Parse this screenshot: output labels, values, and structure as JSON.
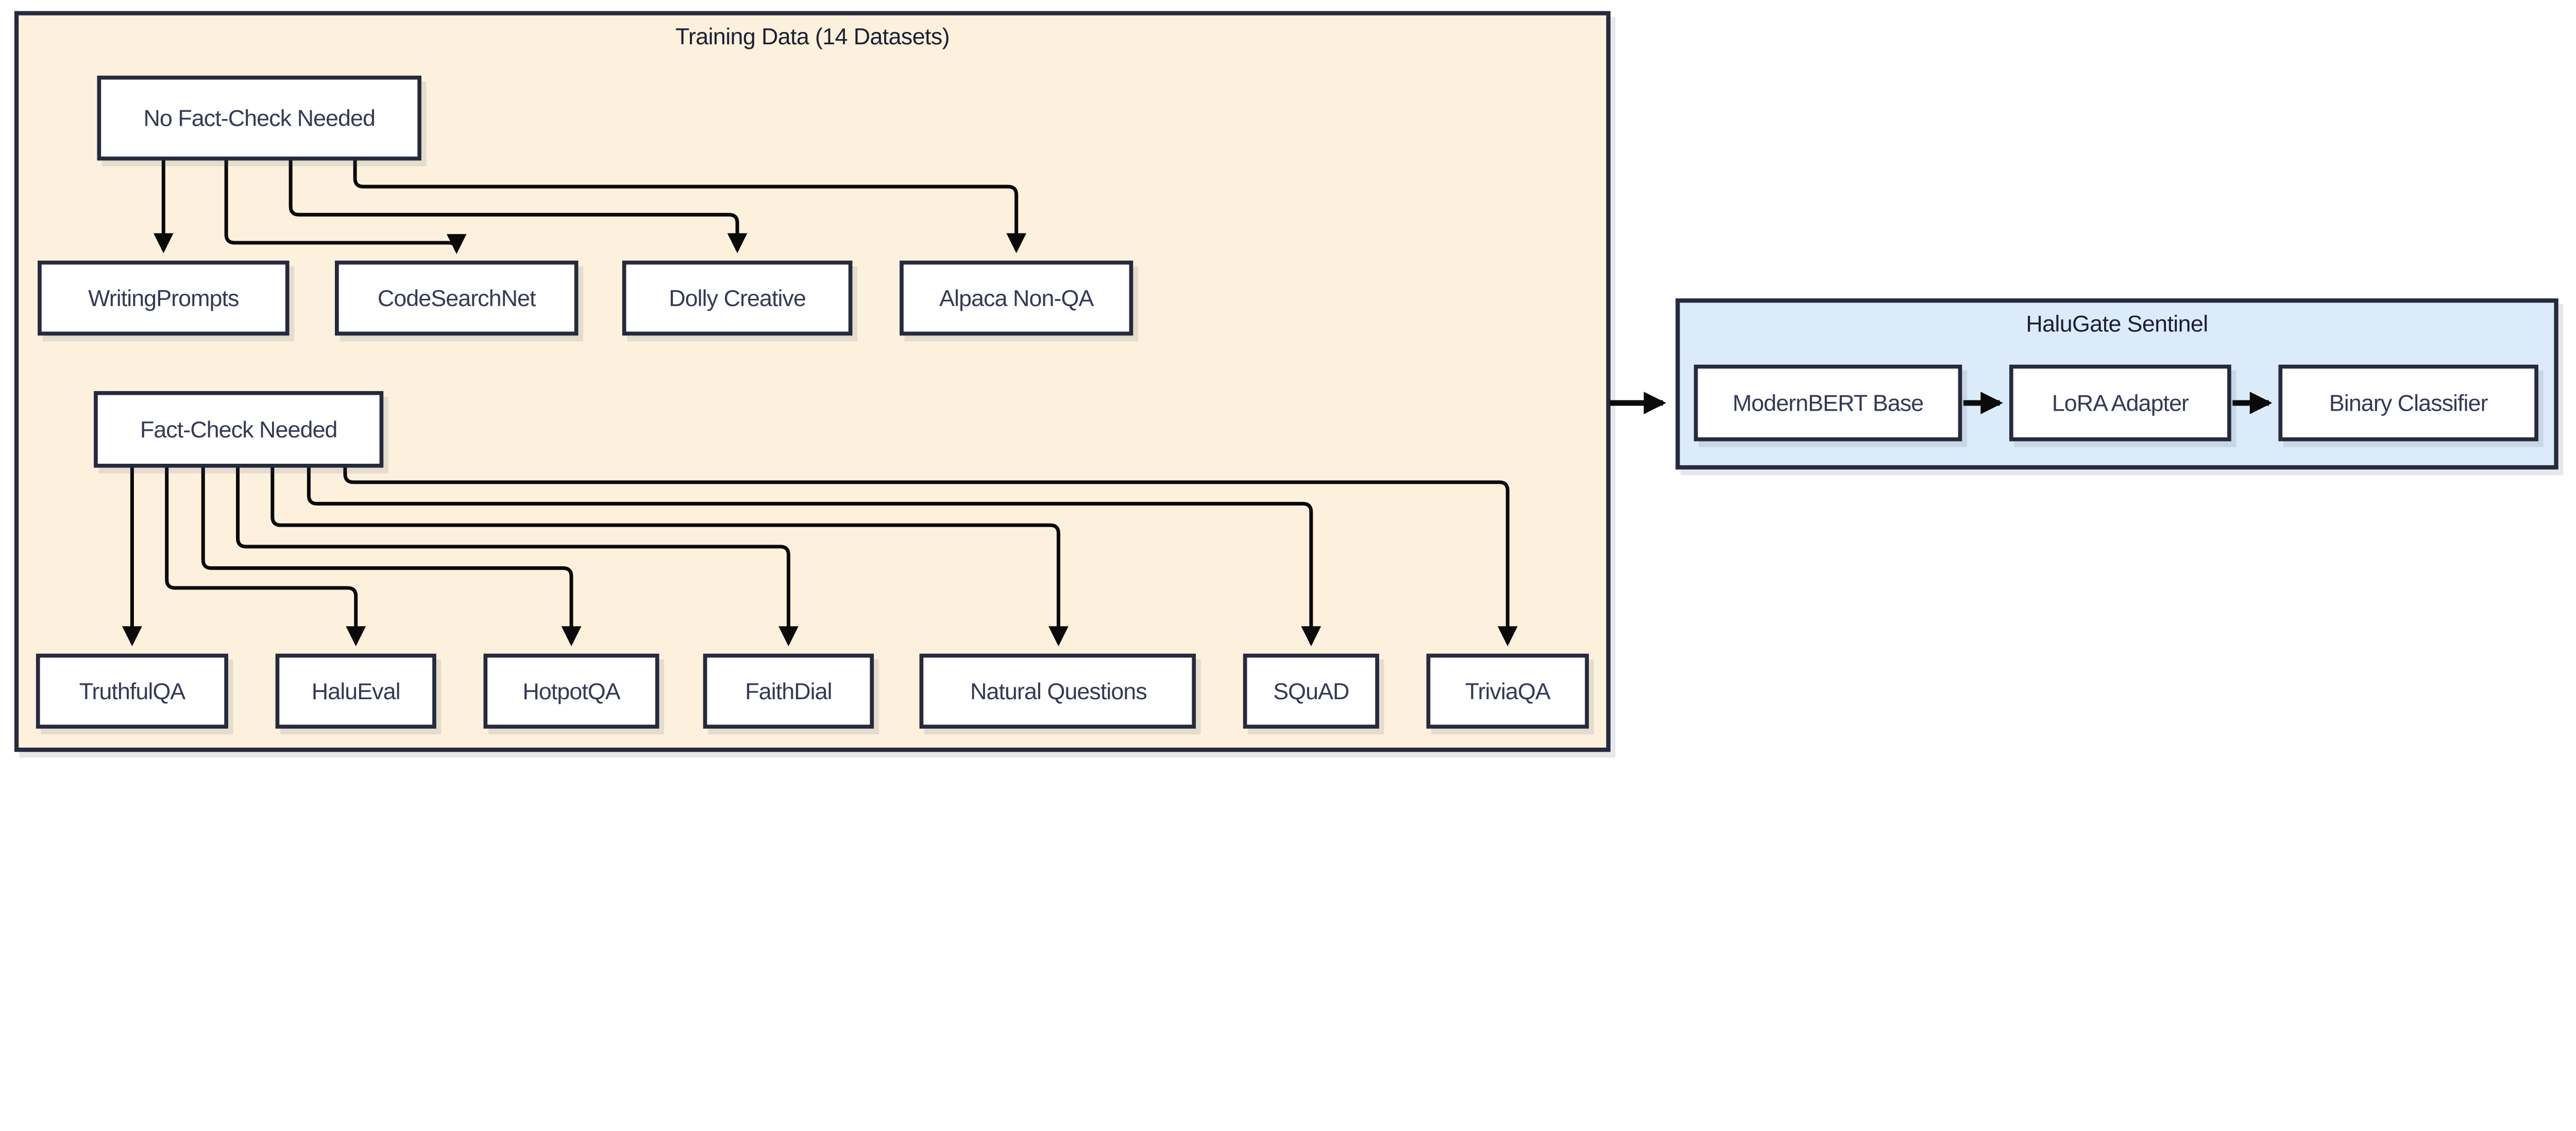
{
  "diagram": {
    "training_cluster": {
      "title": "Training Data (14 Datasets)",
      "source_no_fact_check": {
        "label": "No Fact-Check Needed"
      },
      "no_fact_check_datasets": [
        {
          "label": "WritingPrompts"
        },
        {
          "label": "CodeSearchNet"
        },
        {
          "label": "Dolly Creative"
        },
        {
          "label": "Alpaca Non-QA"
        }
      ],
      "source_fact_check": {
        "label": "Fact-Check Needed"
      },
      "fact_check_datasets": [
        {
          "label": "TruthfulQA"
        },
        {
          "label": "HaluEval"
        },
        {
          "label": "HotpotQA"
        },
        {
          "label": "FaithDial"
        },
        {
          "label": "Natural Questions"
        },
        {
          "label": "SQuAD"
        },
        {
          "label": "TriviaQA"
        }
      ]
    },
    "model_cluster": {
      "title": "HaluGate Sentinel",
      "pipeline": [
        {
          "label": "ModernBERT Base"
        },
        {
          "label": "LoRA Adapter"
        },
        {
          "label": "Binary Classifier"
        }
      ]
    },
    "colors": {
      "training_cluster_fill": "#fdf1de",
      "model_cluster_fill": "#dcebf9",
      "node_fill": "#ffffff",
      "border": "#262b3e",
      "connector": "#0a0a0a",
      "label_text": "#343a55",
      "title_text": "#1c2030",
      "page_background": "#ffffff"
    }
  }
}
